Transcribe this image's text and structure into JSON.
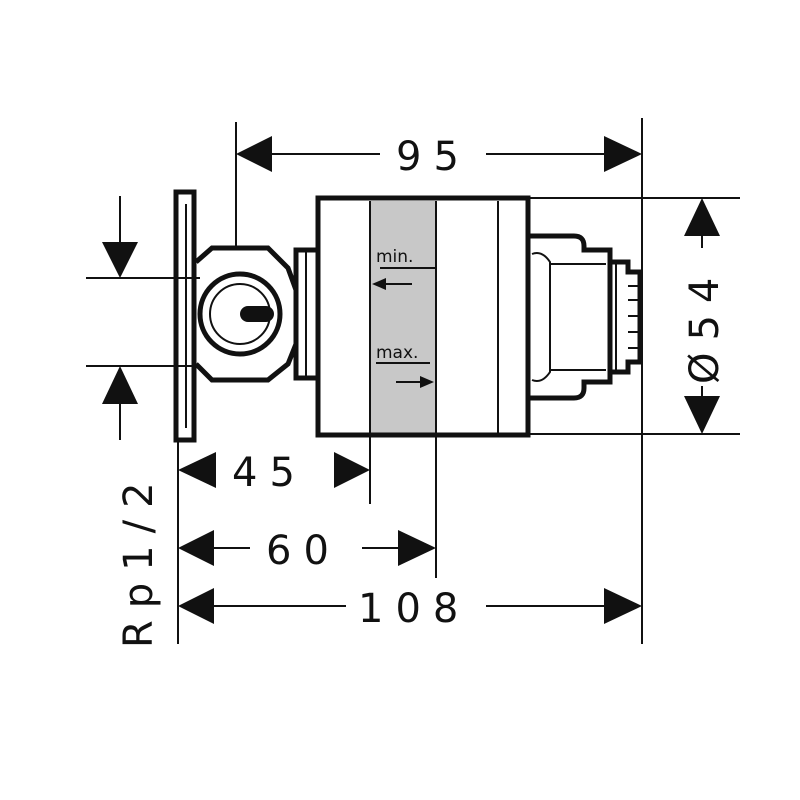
{
  "dimensions": {
    "total_length": "95",
    "diameter": "Ø54",
    "thread": "Rp1/2",
    "to_min": "45",
    "to_max": "60",
    "overall": "108"
  },
  "labels": {
    "min": "min.",
    "max": "max."
  },
  "colors": {
    "line": "#111111",
    "install_zone": "#c8c8c8",
    "background": "#ffffff"
  }
}
